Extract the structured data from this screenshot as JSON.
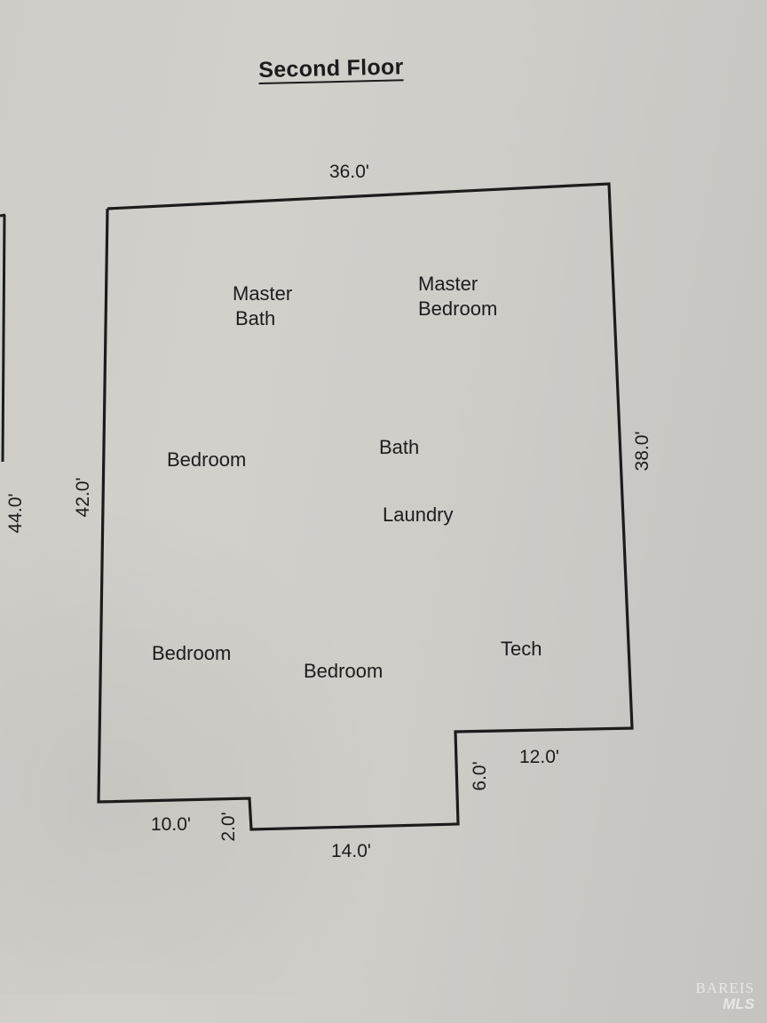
{
  "title": "Second Floor",
  "rooms": [
    {
      "name": "master-bath",
      "lines": [
        "Master",
        "Bath"
      ]
    },
    {
      "name": "master-bedroom",
      "lines": [
        "Master",
        "Bedroom"
      ]
    },
    {
      "name": "bedroom-west",
      "label": "Bedroom"
    },
    {
      "name": "bath",
      "label": "Bath"
    },
    {
      "name": "laundry",
      "label": "Laundry"
    },
    {
      "name": "bedroom-southwest",
      "label": "Bedroom"
    },
    {
      "name": "bedroom-south",
      "label": "Bedroom"
    },
    {
      "name": "tech",
      "label": "Tech"
    }
  ],
  "dimensions": {
    "top": "36.0'",
    "left": "42.0'",
    "right": "38.0'",
    "adjacent_plan_left": "44.0'",
    "step_right_horizontal": "12.0'",
    "step_right_vertical": "6.0'",
    "bottom_middle": "14.0'",
    "step_left_horizontal": "10.0'",
    "step_left_vertical": "2.0'"
  },
  "watermark": {
    "brand": "BAREIS",
    "sub": "MLS"
  },
  "colors": {
    "paper": "#cfccc8",
    "ink": "#1c1c1c",
    "watermark": "#eeeeea"
  }
}
